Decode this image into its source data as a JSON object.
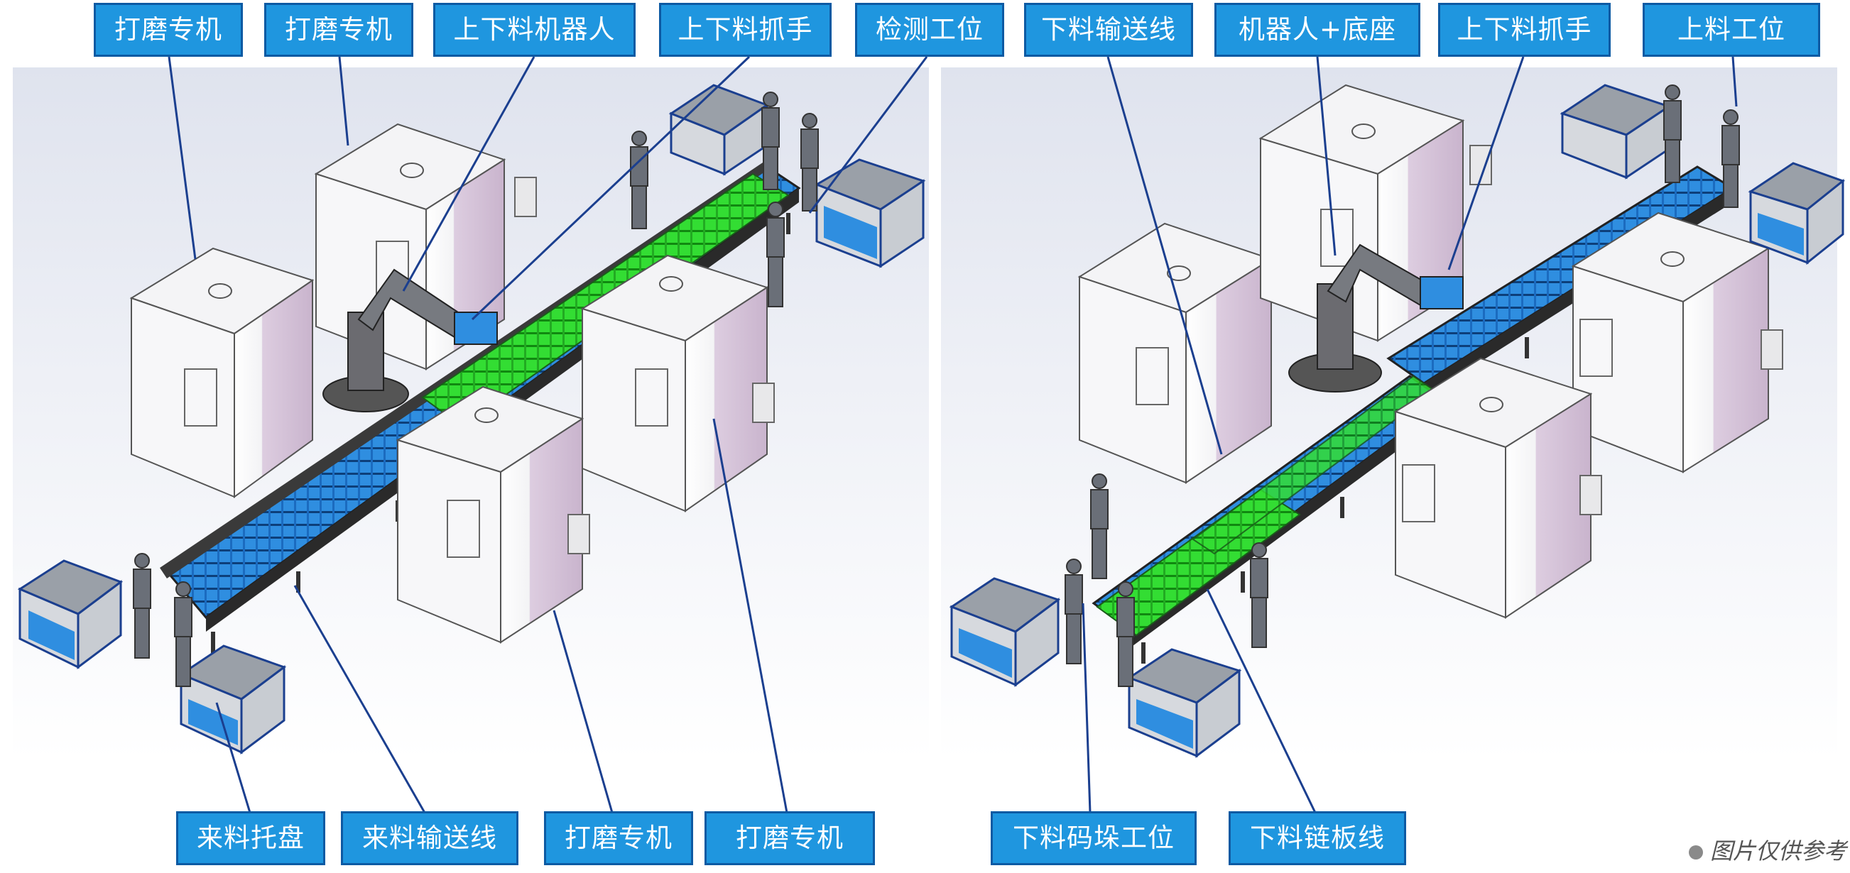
{
  "callouts_top_left": [
    "打磨专机",
    "打磨专机",
    "上下料机器人",
    "上下料抓手",
    "检测工位"
  ],
  "callouts_top_right": [
    "下料输送线",
    "机器人+底座",
    "上下料抓手",
    "上料工位"
  ],
  "callouts_bottom_left": [
    "来料托盘",
    "来料输送线",
    "打磨专机",
    "打磨专机"
  ],
  "callouts_bottom_right": [
    "下料码垛工位",
    "下料链板线"
  ],
  "note": "图片仅供参考",
  "colors": {
    "callout_fill": "#1f96df",
    "callout_border": "#0d5aa3",
    "leader_line": "#1b3f8f",
    "conveyor_blue": "#2f8ee0",
    "conveyor_green": "#33dd33",
    "machine_lilac": "#d9c8dc"
  }
}
